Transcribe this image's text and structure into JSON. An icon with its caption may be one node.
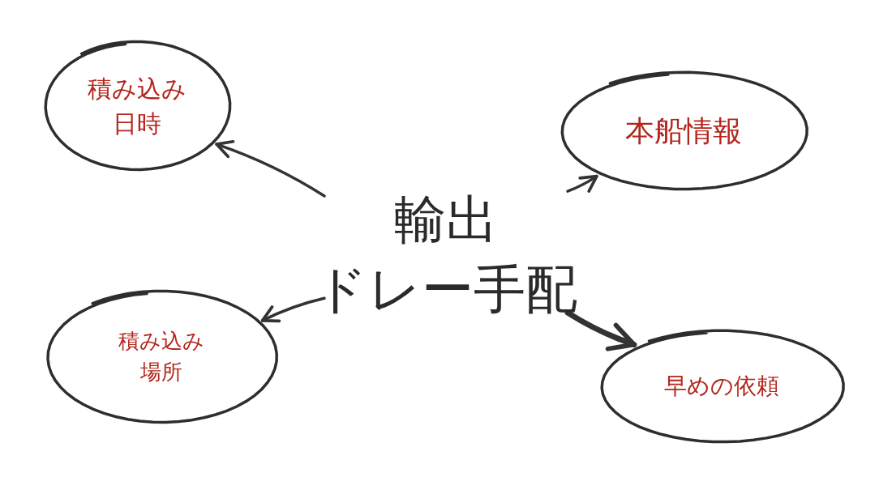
{
  "diagram": {
    "nodes": [
      {
        "text": [
          "輸出",
          "ドレー手配"
        ]
      },
      {
        "text": [
          "積み込み日時"
        ]
      },
      {
        "text": [
          "本船情報"
        ]
      },
      {
        "text": [
          "積み込み場所"
        ]
      },
      {
        "text": [
          "早めの依頼"
        ]
      }
    ],
    "edges": [
      {
        "from": 0,
        "to": 1,
        "arrow": "to"
      },
      {
        "from": 0,
        "to": 2,
        "arrow": "to"
      },
      {
        "from": 0,
        "to": 3,
        "arrow": "to"
      },
      {
        "from": 0,
        "to": 4,
        "arrow": "to",
        "style": "thick"
      }
    ]
  }
}
